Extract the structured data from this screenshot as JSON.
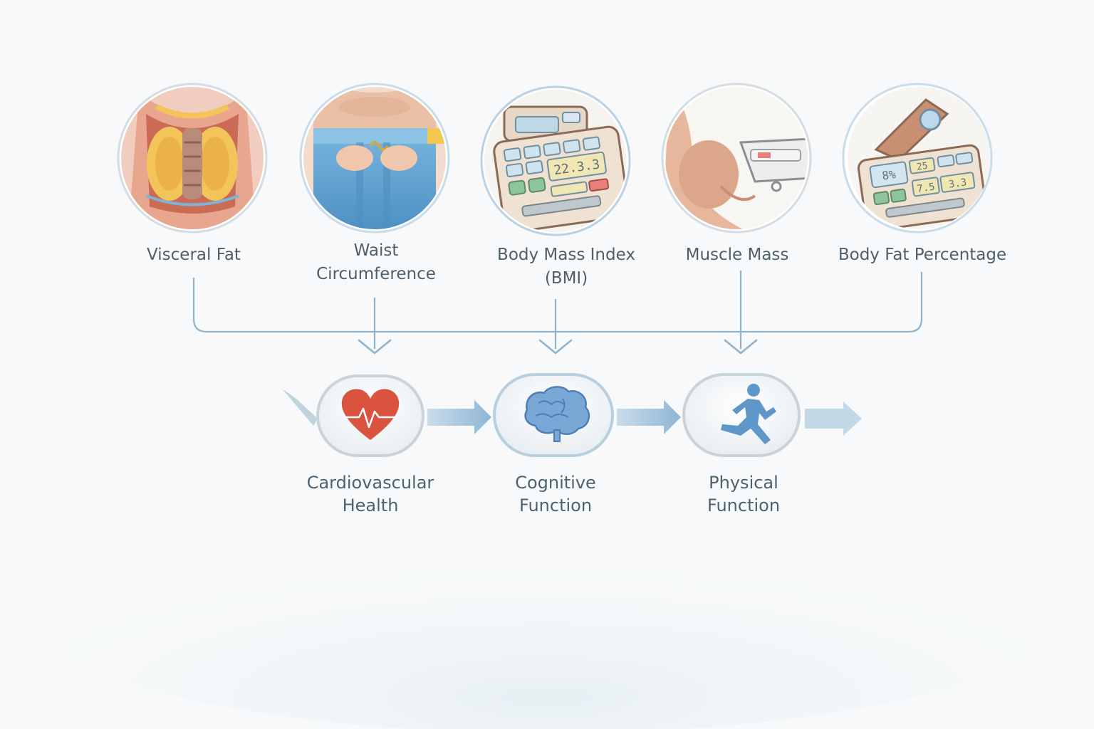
{
  "inputs": [
    {
      "lines": [
        "Visceral Fat"
      ],
      "icon": "visceral-fat-illustration"
    },
    {
      "lines": [
        "Waist",
        "Circumference"
      ],
      "icon": "waist-measurement-illustration"
    },
    {
      "lines": [
        "Body Mass Index",
        "(BMI)"
      ],
      "icon": "bmi-calculator-illustration"
    },
    {
      "lines": [
        "Muscle Mass"
      ],
      "icon": "muscle-caliper-illustration"
    },
    {
      "lines": [
        "Body Fat Percentage"
      ],
      "icon": "body-fat-scale-illustration"
    }
  ],
  "outputs": [
    {
      "lines": [
        "Cardiovascular",
        "Health"
      ],
      "icon": "heart-icon"
    },
    {
      "lines": [
        "Cognitive",
        "Function"
      ],
      "icon": "brain-icon"
    },
    {
      "lines": [
        "Physical",
        "Function"
      ],
      "icon": "runner-icon"
    }
  ],
  "device_readouts": {
    "bmi": "22.3.3",
    "body_fat_left": "8%",
    "body_fat_mid": "25",
    "body_fat_right": "7.5",
    "body_fat_far": "3.3"
  },
  "colors": {
    "connector": "#8fb3cc",
    "arrow_fill": "#a9c8dc",
    "heart": "#d9533f",
    "brain": "#6f9fd0",
    "runner": "#5f97c8",
    "pants": "#5a9fd0"
  }
}
